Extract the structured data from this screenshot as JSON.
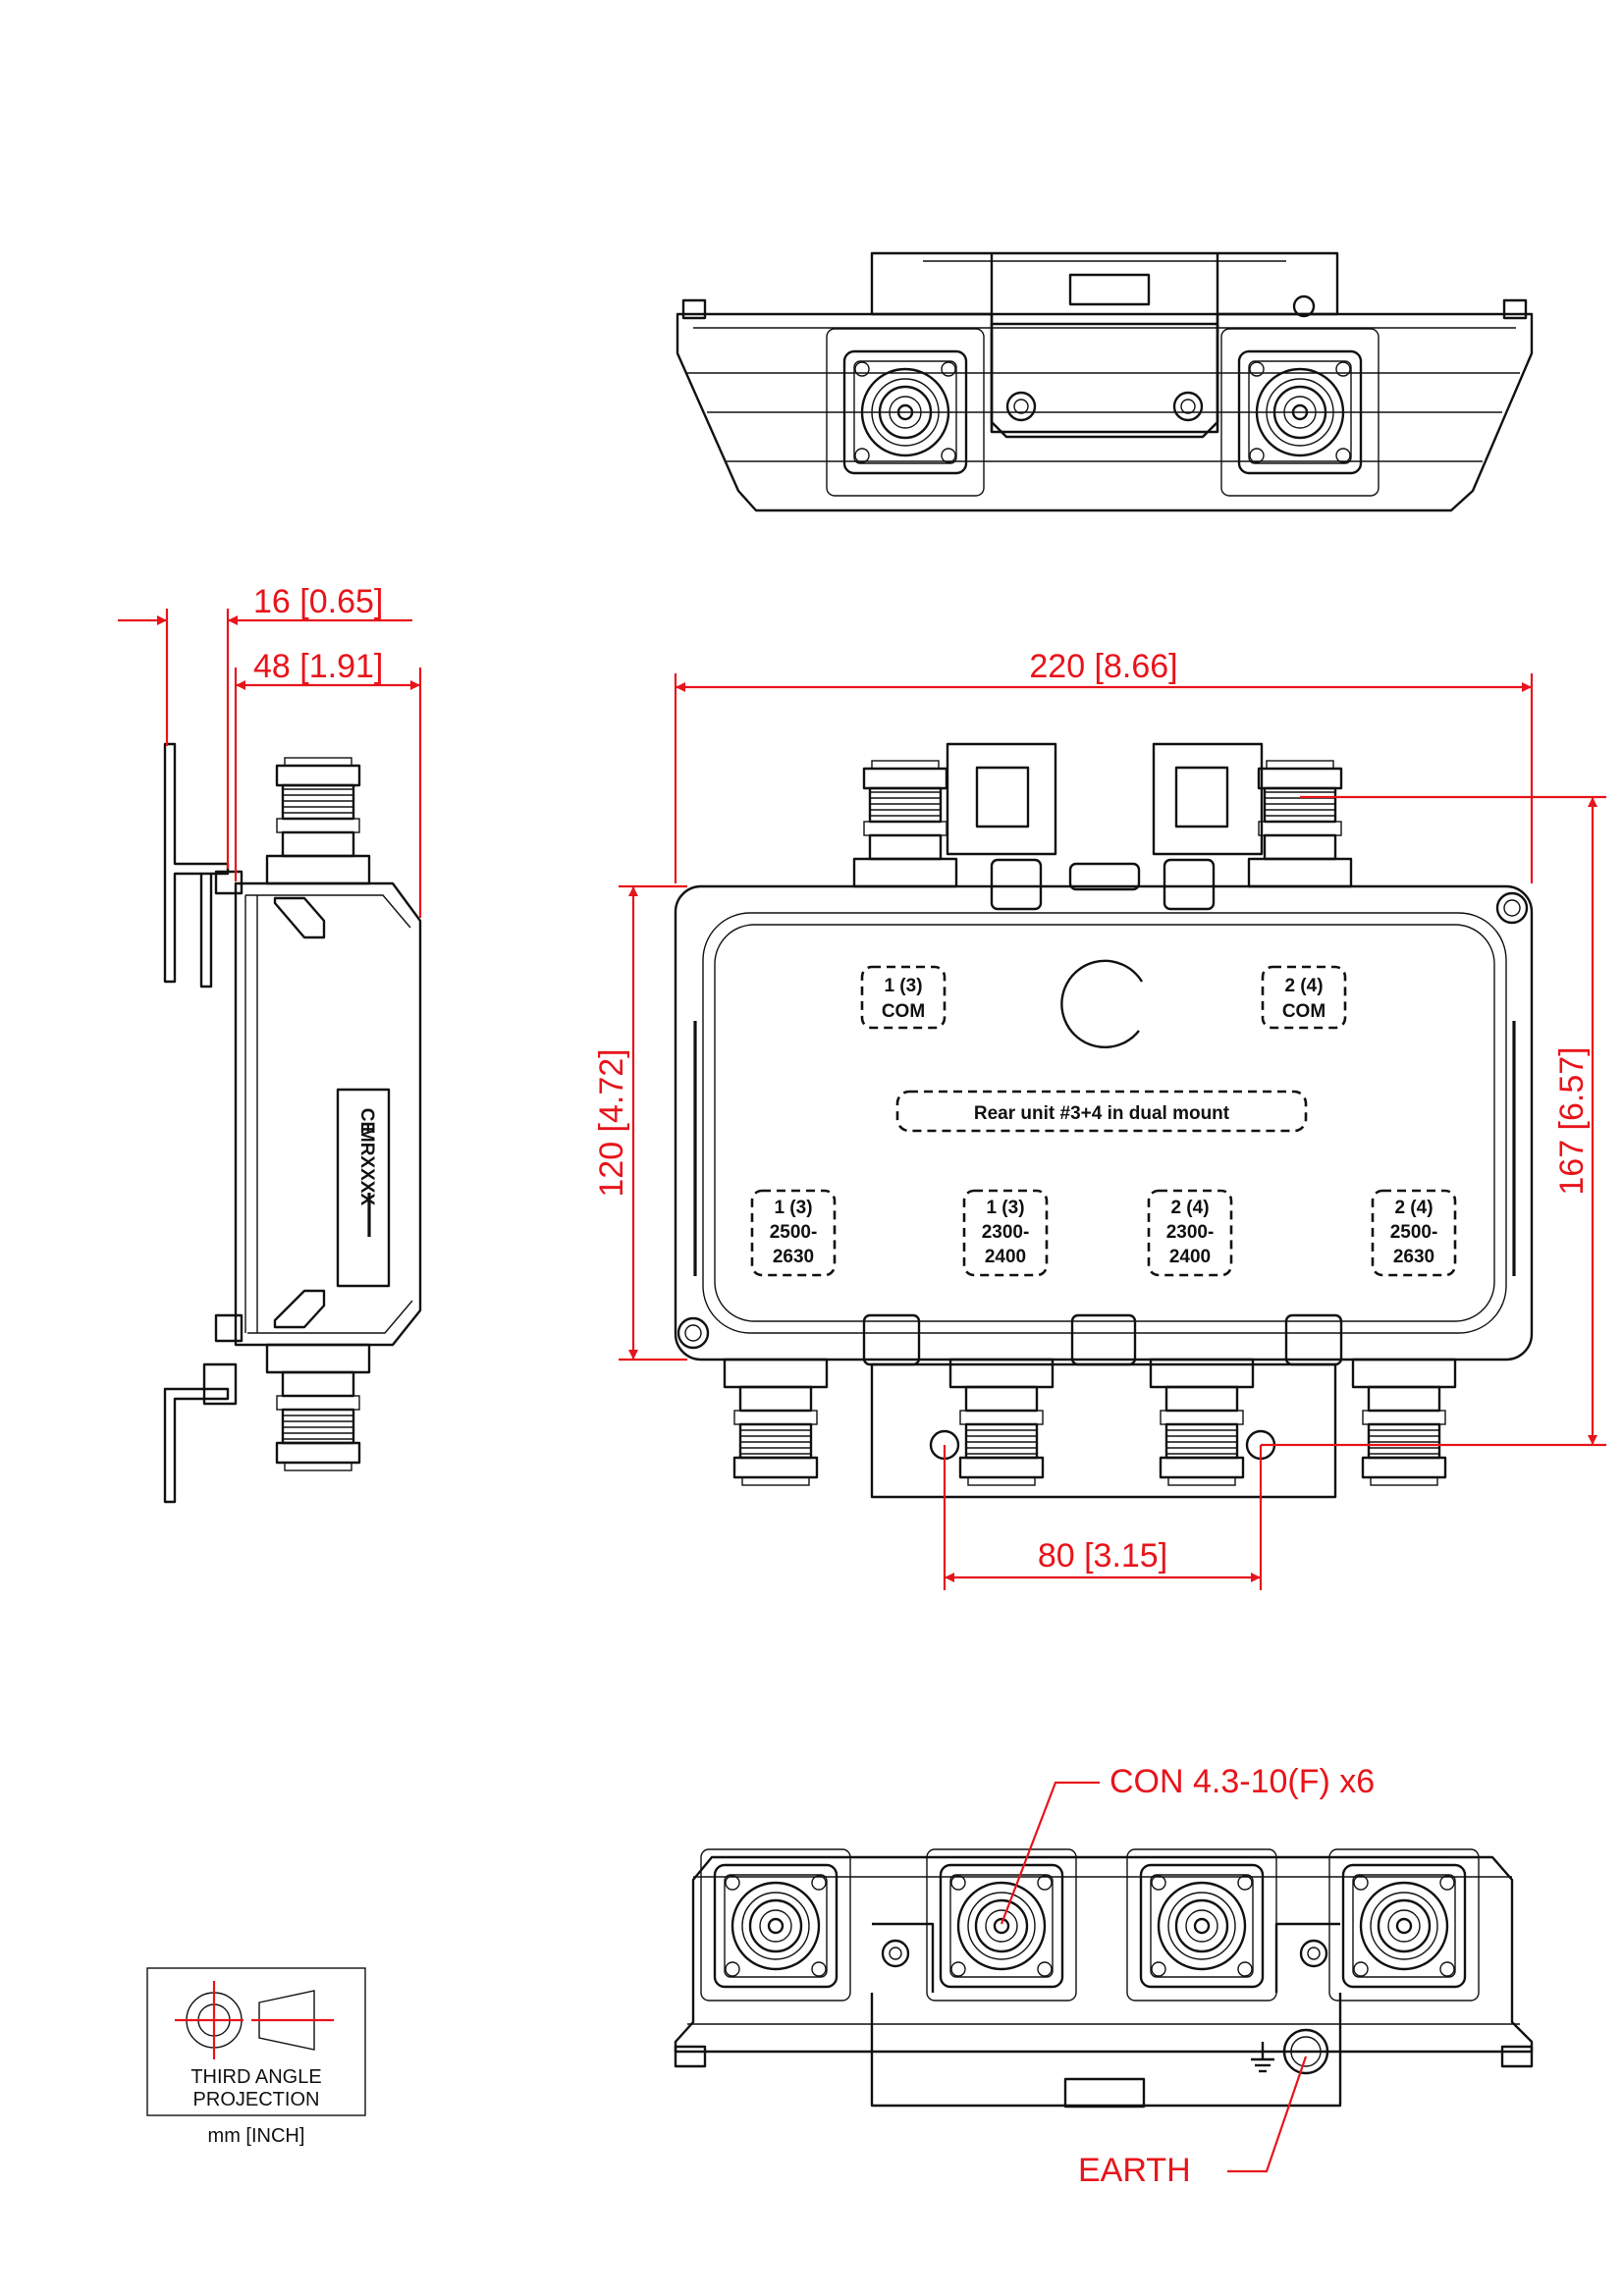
{
  "dimensions": {
    "side_offset": "16 [0.65]",
    "side_depth": "48 [1.91]",
    "total_width": "220 [8.66]",
    "body_height": "120 [4.72]",
    "total_height": "167 [6.57]",
    "hole_spacing": "80 [3.15]"
  },
  "callouts": {
    "connector": "CON 4.3-10(F) x6",
    "earth": "EARTH"
  },
  "front_labels": {
    "port_1_com": [
      "1 (3)",
      "COM"
    ],
    "port_2_com": [
      "2 (4)",
      "COM"
    ],
    "note": "Rear unit #3+4 in dual mount",
    "port_1_high": [
      "1 (3)",
      "2500-",
      "2630"
    ],
    "port_1_low": [
      "1 (3)",
      "2300-",
      "2400"
    ],
    "port_2_low": [
      "2 (4)",
      "2300-",
      "2400"
    ],
    "port_2_high": [
      "2 (4)",
      "2500-",
      "2630"
    ]
  },
  "side_label": {
    "model": "MRXXXX",
    "ce": "CE"
  },
  "projection": {
    "line1": "THIRD ANGLE",
    "line2": "PROJECTION",
    "units": "mm [INCH]"
  },
  "colors": {
    "dimension": "#e8141b",
    "line": "#111111"
  }
}
